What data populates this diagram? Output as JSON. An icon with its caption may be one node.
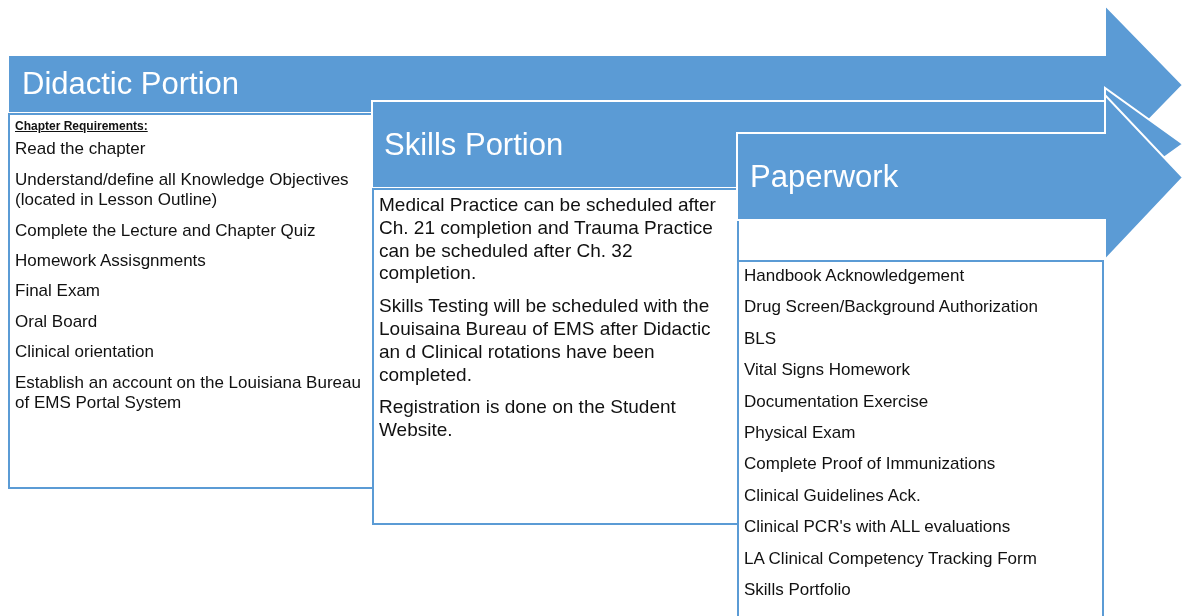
{
  "diagram": {
    "nodes": [
      {
        "text": [
          "Didactic Portion"
        ]
      },
      {
        "text": [
          "Chapter Requirements:",
          "Read the chapter",
          "Understand/define all Knowledge Objectives (located in Lesson Outline)",
          "Complete the Lecture and Chapter Quiz",
          "Homework Assisgnments",
          "Final Exam",
          "Oral Board",
          "Clinical orientation",
          "Establish an account on the Louisiana Bureau of EMS Portal System"
        ]
      },
      {
        "text": [
          "Skills Portion"
        ]
      },
      {
        "text": [
          "Medical Practice can be scheduled after Ch. 21 completion and Trauma Practice can be scheduled after Ch. 32 completion.",
          "Skills Testing will be scheduled with the Louisaina Bureau of EMS after Didactic an d Clinical rotations have been completed.",
          "Registration is done on the Student Website."
        ]
      },
      {
        "text": [
          "Paperwork"
        ]
      },
      {
        "text": [
          "Handbook Acknowledgement",
          "Drug Screen/Background Authorization",
          "BLS",
          "Vital Signs Homework",
          "Documentation Exercise",
          "Physical Exam",
          "Complete Proof of Immunizations",
          "Clinical Guidelines Ack.",
          "Clinical PCR's with ALL evaluations",
          "LA Clinical Competency Tracking Form",
          "Skills Portfolio"
        ]
      }
    ]
  }
}
